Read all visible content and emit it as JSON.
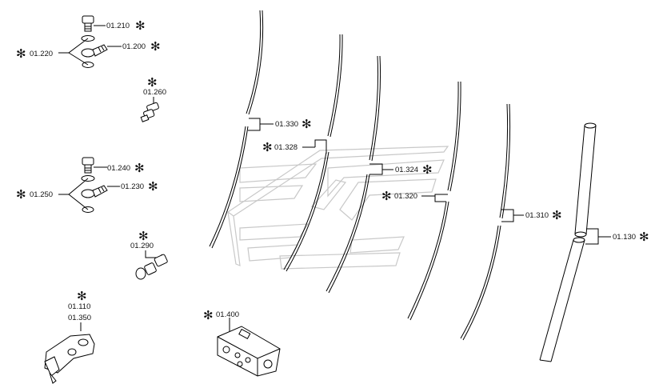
{
  "labels": {
    "p01_210": "01.210",
    "p01_200": "01.200",
    "p01_220": "01.220",
    "p01_260": "01.260",
    "p01_240": "01.240",
    "p01_230": "01.230",
    "p01_250": "01.250",
    "p01_290": "01.290",
    "p01_110": "01.110",
    "p01_350": "01.350",
    "p01_400": "01.400",
    "p01_330": "01.330",
    "p01_328": "01.328",
    "p01_324": "01.324",
    "p01_320": "01.320",
    "p01_310": "01.310",
    "p01_130": "01.130"
  },
  "asterisk": "✻",
  "watermark_color": "#c8c8c8"
}
